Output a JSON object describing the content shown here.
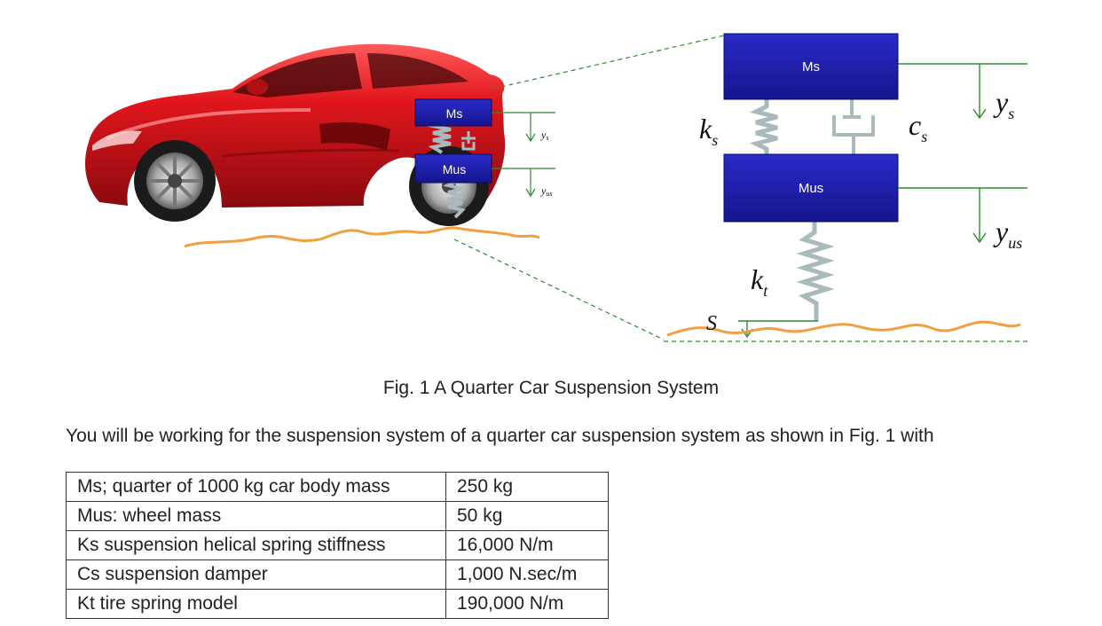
{
  "figure": {
    "big_sprung_mass_label": "Ms",
    "big_unsprung_mass_label": "Mus",
    "small_sprung_mass_label": "Ms",
    "small_unsprung_mass_label": "Mus",
    "spring_stiffness_symbol": "k",
    "spring_stiffness_sub": "s",
    "damper_symbol": "c",
    "damper_sub": "s",
    "tire_stiffness_symbol": "k",
    "tire_stiffness_sub": "t",
    "road_input_symbol": "S",
    "sprung_disp_symbol": "y",
    "sprung_disp_sub": "s",
    "unsprung_disp_symbol": "y",
    "unsprung_disp_sub": "us",
    "small_sprung_disp_label": "y",
    "small_sprung_disp_sub": "s",
    "small_unsprung_disp_label": "y",
    "small_unsprung_disp_sub": "us",
    "colors": {
      "mass_box": "#1c1ca8",
      "car_body": "#d0141a",
      "road": "#f0a040",
      "guide_lines": "#2e8b2e",
      "spring": "#a9b9bc"
    }
  },
  "caption": "Fig. 1 A Quarter Car Suspension System",
  "intro": "You will be working for the suspension system of a quarter car suspension system as shown in Fig. 1 with",
  "table": {
    "rows": [
      {
        "label": "Ms; quarter of 1000 kg car body mass",
        "value": "250 kg"
      },
      {
        "label": "Mus: wheel mass",
        "value": "50 kg"
      },
      {
        "label": "Ks suspension helical spring stiffness",
        "value": "16,000 N/m"
      },
      {
        "label": "Cs suspension damper",
        "value": "1,000 N.sec/m"
      },
      {
        "label": "Kt tire spring model",
        "value": "190,000 N/m"
      }
    ]
  }
}
